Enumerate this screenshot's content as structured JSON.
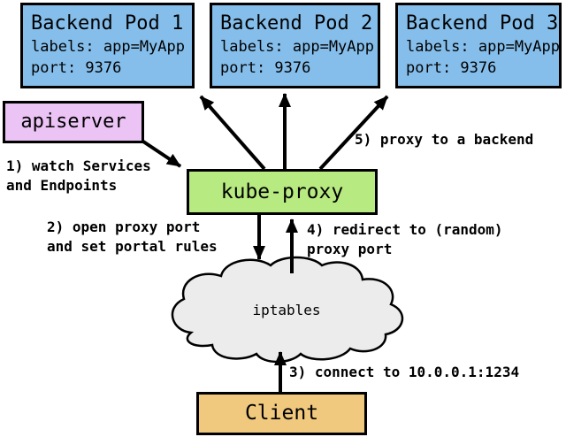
{
  "nodes": {
    "pods": [
      {
        "title": "Backend Pod 1",
        "labels": "labels: app=MyApp",
        "port": "port: 9376"
      },
      {
        "title": "Backend Pod 2",
        "labels": "labels: app=MyApp",
        "port": "port: 9376"
      },
      {
        "title": "Backend Pod 3",
        "labels": "labels: app=MyApp",
        "port": "port: 9376"
      }
    ],
    "apiserver": {
      "label": "apiserver"
    },
    "kube_proxy": {
      "label": "kube-proxy"
    },
    "iptables": {
      "label": "iptables"
    },
    "client": {
      "label": "Client"
    }
  },
  "steps": {
    "s1": "1) watch Services\nand Endpoints",
    "s2": "2) open proxy port\nand set portal rules",
    "s3": "3) connect to 10.0.0.1:1234",
    "s4": "4) redirect to (random)\nproxy port",
    "s5": "5) proxy to a backend"
  },
  "colors": {
    "pod_fill": "#85BEEB",
    "apiserver_fill": "#EBC3F5",
    "kube_proxy_fill": "#B7EA80",
    "cloud_fill": "#ECECEC",
    "client_fill": "#F0C87E",
    "border": "#000000",
    "arrow": "#000000"
  }
}
